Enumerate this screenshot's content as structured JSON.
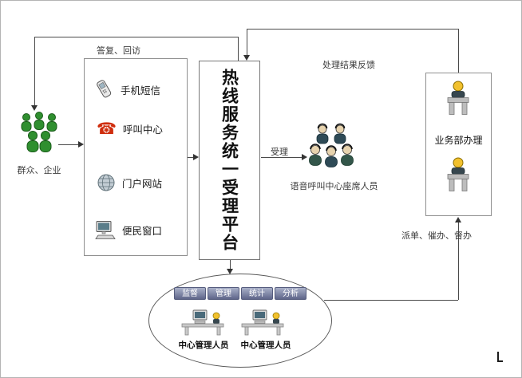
{
  "labels": {
    "reply": "答复、回访",
    "feedback": "处理结果反馈",
    "crowd": "群众、企业",
    "accept": "受理",
    "agents": "语音呼叫中心座席人员",
    "business": "业务部办理",
    "dispatch": "派单、催办、督办"
  },
  "channels": [
    {
      "label": "手机短信",
      "icon": "mobile-phone-icon"
    },
    {
      "label": "呼叫中心",
      "icon": "red-telephone-icon"
    },
    {
      "label": "门户网站",
      "icon": "globe-icon"
    },
    {
      "label": "便民窗口",
      "icon": "desktop-computer-icon"
    }
  ],
  "platform": {
    "title": "热线服务统一受理平台"
  },
  "agents_group": {
    "icon": "call-agents-icon"
  },
  "crowd_group": {
    "icon": "green-crowd-icon"
  },
  "business_box": {
    "icon": "clerk-counter-icon"
  },
  "management": {
    "buttons": [
      {
        "label": "监督"
      },
      {
        "label": "管理"
      },
      {
        "label": "统计"
      },
      {
        "label": "分析"
      }
    ],
    "staff_labels": [
      "中心管理人员",
      "中心管理人员"
    ],
    "icon": "workstation-desk-icon"
  },
  "colors": {
    "line": "#4a4a4a",
    "button_top": "#a9b0c8",
    "button_bottom": "#5f668a",
    "crowd_green": "#2f8f2f",
    "phone_red": "#cf2d0d",
    "head_yellow": "#f2c12e"
  }
}
